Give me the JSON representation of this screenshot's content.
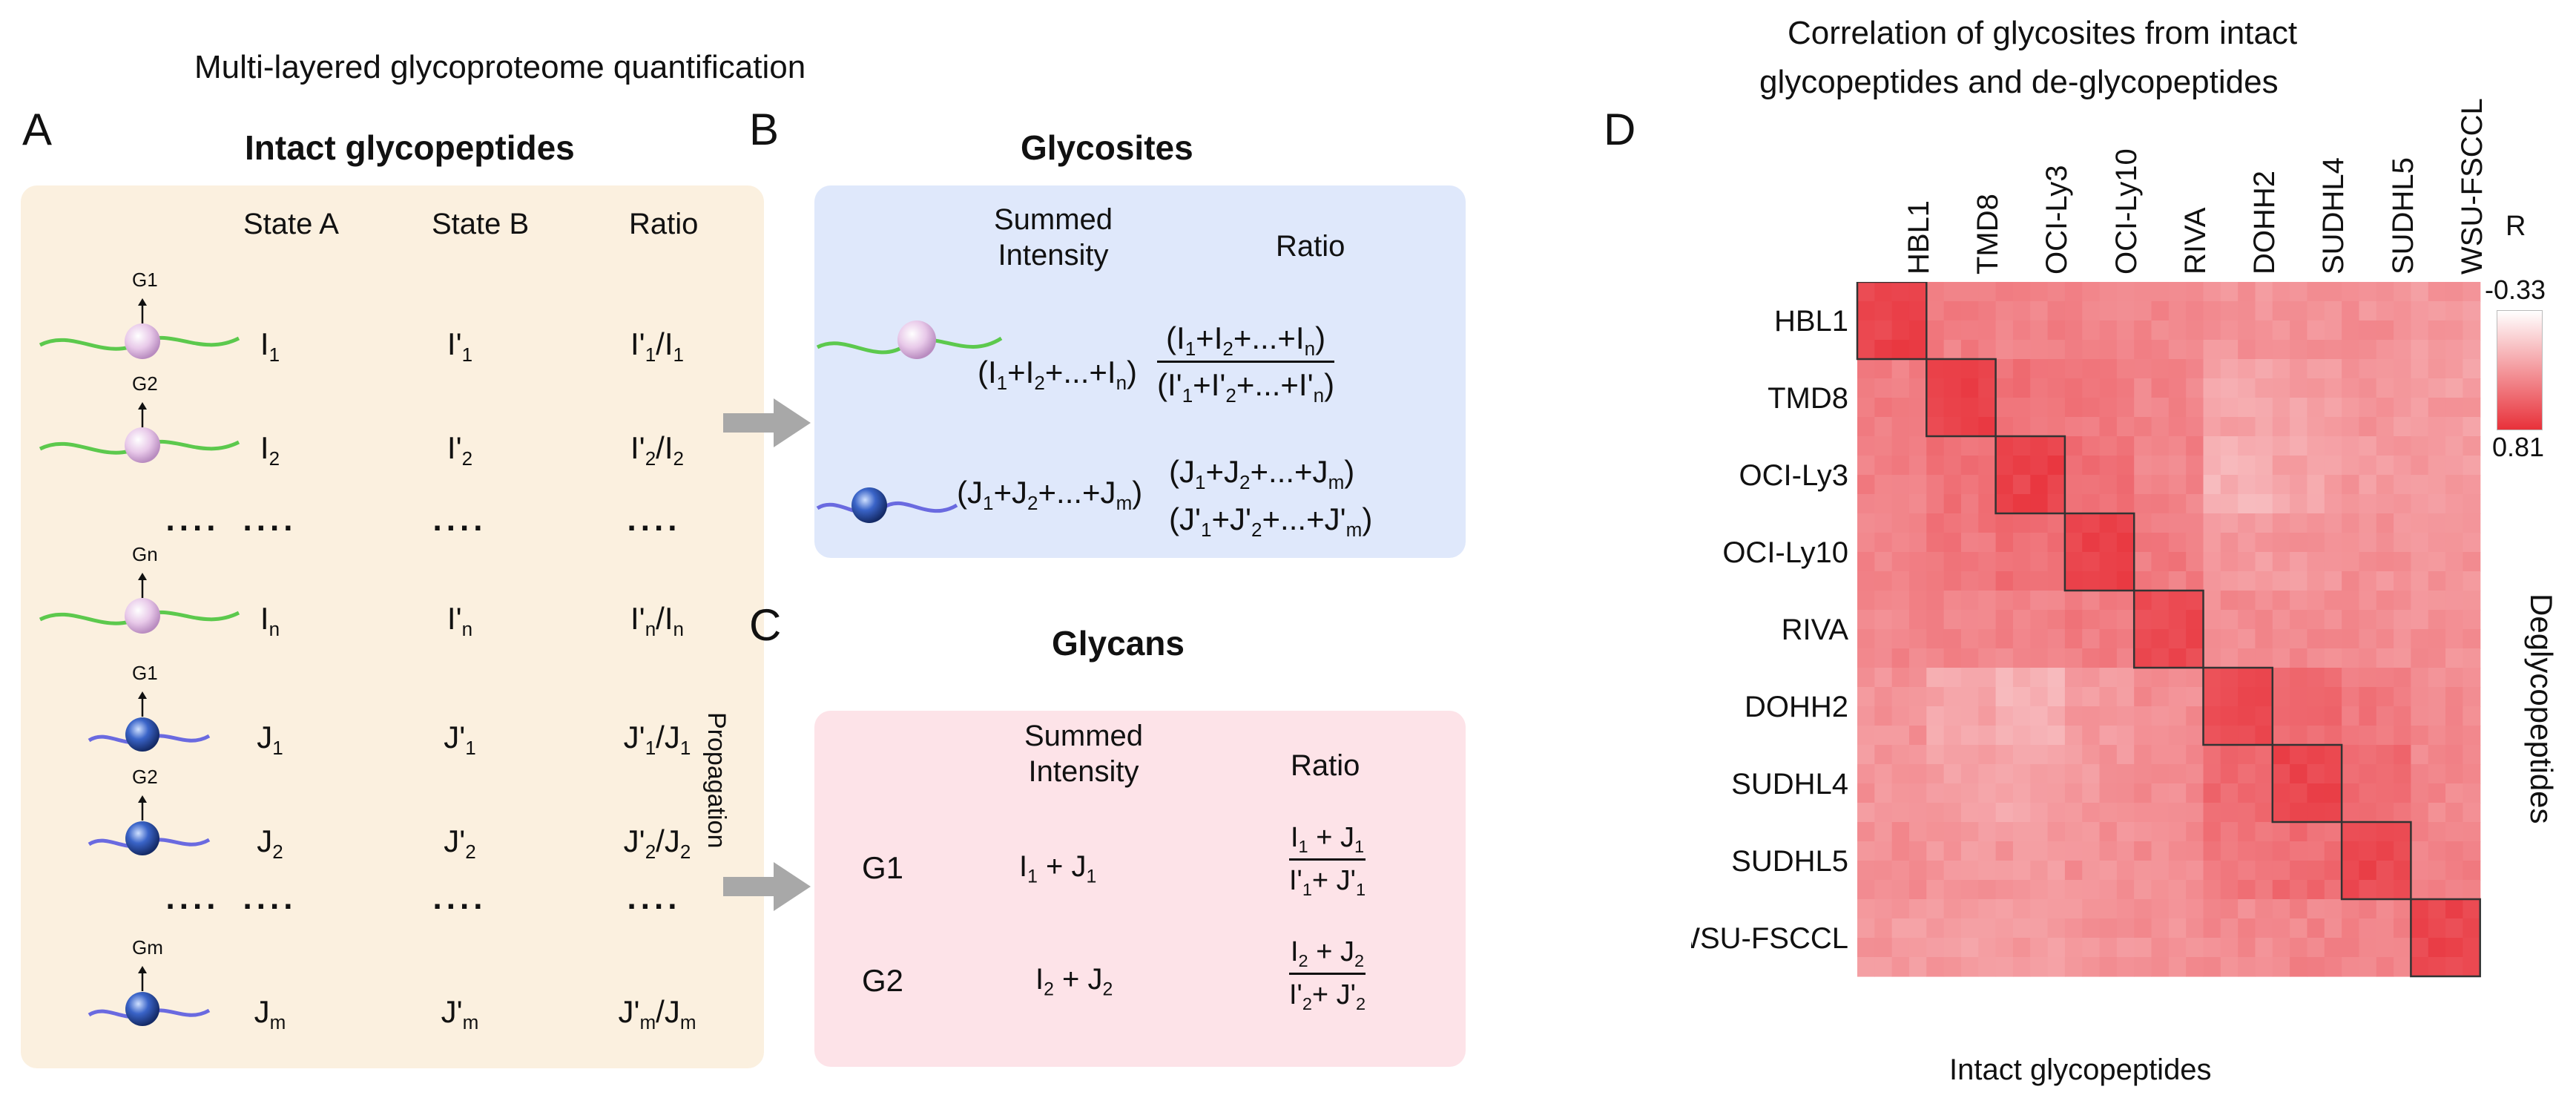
{
  "figure_title": "Multi-layered glycoproteome quantification",
  "panel_a": {
    "letter": "A",
    "title": "Intact glycopeptides",
    "headers": [
      "State A",
      "State B",
      "Ratio"
    ],
    "rows": [
      {
        "glycan": "G1",
        "type": "green",
        "a": "I",
        "a_sub": "1",
        "b": "I'",
        "b_sub": "1",
        "r1": "I'",
        "r1_sub": "1",
        "r2": "/I",
        "r2_sub": "1"
      },
      {
        "glycan": "G2",
        "type": "green",
        "a": "I",
        "a_sub": "2",
        "b": "I'",
        "b_sub": "2",
        "r1": "I'",
        "r1_sub": "2",
        "r2": "/I",
        "r2_sub": "2"
      },
      {
        "glycan": "Gn",
        "type": "green",
        "a": "I",
        "a_sub": "n",
        "b": "I'",
        "b_sub": "n",
        "r1": "I'",
        "r1_sub": "n",
        "r2": "/I",
        "r2_sub": "n"
      },
      {
        "glycan": "G1",
        "type": "blue",
        "a": "J",
        "a_sub": "1",
        "b": "J'",
        "b_sub": "1",
        "r1": "J'",
        "r1_sub": "1",
        "r2": "/J",
        "r2_sub": "1"
      },
      {
        "glycan": "G2",
        "type": "blue",
        "a": "J",
        "a_sub": "2",
        "b": "J'",
        "b_sub": "2",
        "r1": "J'",
        "r1_sub": "2",
        "r2": "/J",
        "r2_sub": "2"
      },
      {
        "glycan": "Gm",
        "type": "blue",
        "a": "J",
        "a_sub": "m",
        "b": "J'",
        "b_sub": "m",
        "r1": "J'",
        "r1_sub": "m",
        "r2": "/J",
        "r2_sub": "m"
      }
    ],
    "dots": "....",
    "propagation_label": "Propagation"
  },
  "panel_b": {
    "letter": "B",
    "title": "Glycosites",
    "header_intensity": "Summed Intensity",
    "header_ratio": "Ratio",
    "green_sum": "(I1+I2+...+In)",
    "blue_sum": "(J1+J2+...+Jm)"
  },
  "panel_c": {
    "letter": "C",
    "title": "Glycans",
    "header_intensity": "Summed Intensity",
    "header_ratio": "Ratio",
    "rows": [
      {
        "label": "G1",
        "i_sub": "1",
        "j_sub": "1"
      },
      {
        "label": "G2",
        "i_sub": "2",
        "j_sub": "2"
      }
    ]
  },
  "panel_d": {
    "letter": "D",
    "title_line1": "Correlation of glycosites from intact",
    "title_line2": "glycopeptides and de-glycopeptides",
    "xlabel": "Intact glycopeptides",
    "ylabel": "Deglycopeptides",
    "legend_title": "R",
    "legend_max_label": "-0.33",
    "legend_min_label": "0.81",
    "low_color": "#ffffff",
    "high_color": "#e8313a"
  },
  "chart_data": {
    "type": "heatmap",
    "title": "Correlation of glycosites from intact glycopeptides and de-glycopeptides",
    "xlabel": "Intact glycopeptides",
    "ylabel": "Deglycopeptides",
    "categories": [
      "HBL1",
      "TMD8",
      "OCI-Ly3",
      "OCI-Ly10",
      "RIVA",
      "DOHH2",
      "SUDHL4",
      "SUDHL5",
      "WSU-FSCCL"
    ],
    "color_range": [
      -0.33,
      0.81
    ],
    "legend_title": "R",
    "values": [
      [
        0.72,
        0.38,
        0.36,
        0.34,
        0.33,
        0.27,
        0.26,
        0.28,
        0.24
      ],
      [
        0.38,
        0.72,
        0.45,
        0.42,
        0.35,
        0.17,
        0.2,
        0.25,
        0.22
      ],
      [
        0.36,
        0.45,
        0.72,
        0.46,
        0.35,
        0.1,
        0.18,
        0.24,
        0.22
      ],
      [
        0.34,
        0.42,
        0.46,
        0.72,
        0.4,
        0.24,
        0.25,
        0.28,
        0.26
      ],
      [
        0.33,
        0.35,
        0.35,
        0.4,
        0.68,
        0.3,
        0.32,
        0.3,
        0.28
      ],
      [
        0.27,
        0.17,
        0.1,
        0.24,
        0.3,
        0.66,
        0.48,
        0.42,
        0.32
      ],
      [
        0.26,
        0.2,
        0.18,
        0.25,
        0.32,
        0.48,
        0.7,
        0.48,
        0.34
      ],
      [
        0.28,
        0.25,
        0.24,
        0.28,
        0.3,
        0.42,
        0.48,
        0.68,
        0.36
      ],
      [
        0.24,
        0.22,
        0.22,
        0.26,
        0.28,
        0.32,
        0.34,
        0.36,
        0.7
      ]
    ]
  }
}
